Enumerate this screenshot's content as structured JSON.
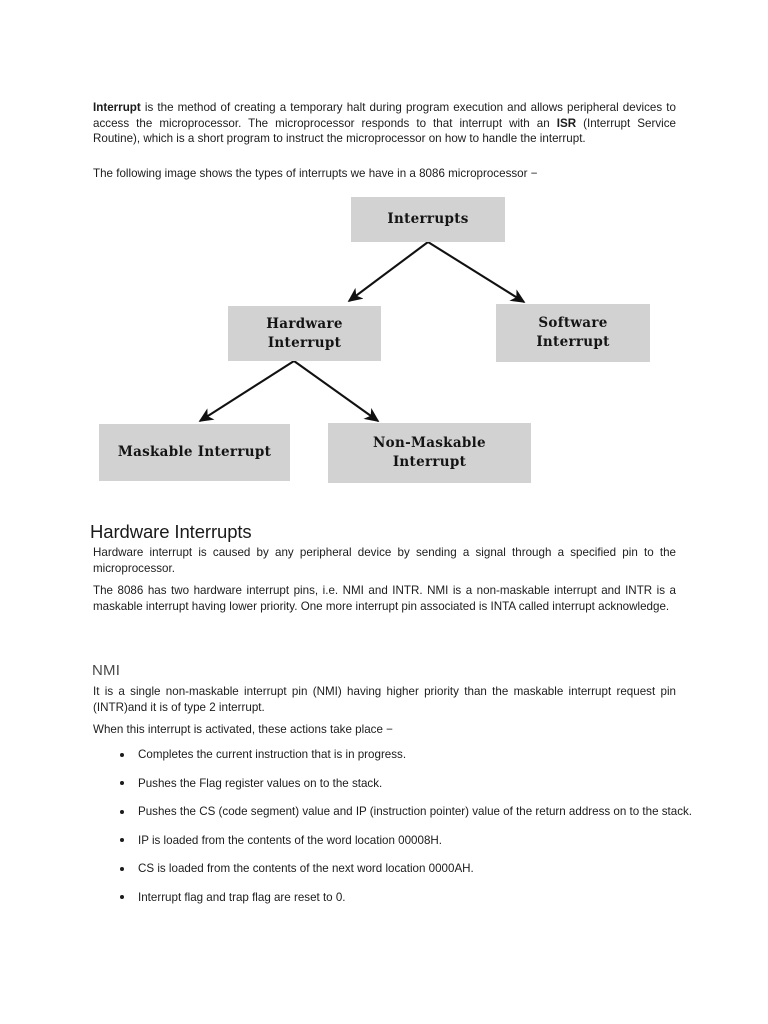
{
  "document": {
    "paragraphs": {
      "intro_html": "Interrupt is the method of creating a temporary halt during program execution and allows peripheral devices to access the microprocessor. The microprocessor responds to that interrupt with an ISR (Interrupt Service Routine), which is a short program to instruct the microprocessor on how to handle the interrupt.",
      "follow": "The following image shows the types of interrupts we have in a 8086 microprocessor −",
      "hardware_1": "Hardware interrupt is caused by any peripheral device by sending a signal through a specified pin to the microprocessor.",
      "hardware_2": "The 8086 has two hardware interrupt pins, i.e. NMI and INTR. NMI is a non-maskable interrupt and INTR is a maskable interrupt having lower priority. One more interrupt pin associated is INTA called interrupt acknowledge.",
      "nmi_1": "It is a single non-maskable interrupt pin (NMI) having higher priority than the maskable interrupt request pin (INTR)and it is of type 2 interrupt.",
      "nmi_2": "When this interrupt is activated, these actions take place −"
    },
    "headings": {
      "hardware_interrupts": "Hardware Interrupts",
      "nmi": "NMI"
    },
    "bullets": [
      "Completes the current instruction that is in progress.",
      "Pushes the Flag register values on to the stack.",
      "Pushes the CS (code segment) value and IP (instruction pointer) value of the return address on to the stack.",
      "IP is loaded from the contents of the word location 00008H.",
      "CS is loaded from the contents of the next word location 0000AH.",
      "Interrupt flag and trap flag are reset to 0."
    ]
  },
  "diagram": {
    "node_fill": "#d2d2d2",
    "arrow_color": "#111111",
    "nodes": {
      "root": "Interrupts",
      "hardware": "Hardware\nInterrupt",
      "software": "Software\nInterrupt",
      "maskable": "Maskable Interrupt",
      "non_maskable": "Non-Maskable\nInterrupt"
    },
    "nodes_flat": {
      "root": "Interrupts",
      "hardware_line1": "Hardware",
      "hardware_line2": "Interrupt",
      "software_line1": "Software",
      "software_line2": "Interrupt",
      "maskable": "Maskable Interrupt",
      "non_maskable_line1": "Non-Maskable",
      "non_maskable_line2": "Interrupt"
    },
    "edges": [
      {
        "from": "root",
        "to": "hardware"
      },
      {
        "from": "root",
        "to": "software"
      },
      {
        "from": "hardware",
        "to": "maskable"
      },
      {
        "from": "hardware",
        "to": "non_maskable"
      }
    ]
  }
}
